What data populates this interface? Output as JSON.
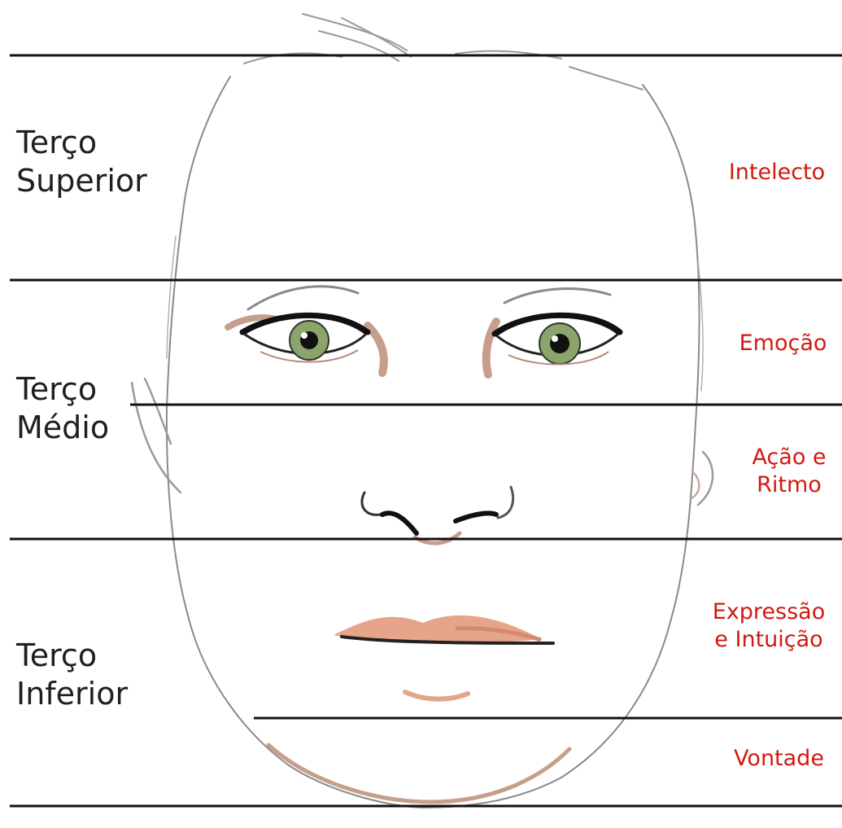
{
  "colors": {
    "line": "#111111",
    "left_text": "#1f1f1f",
    "right_text": "#d01a10",
    "sketch": "#8a8a8a",
    "skin_tone": "#c79e8c",
    "lip": "#e6a48a",
    "iris": "#8aa46a"
  },
  "thirds": [
    {
      "label": "Terço\nSuperior"
    },
    {
      "label": "Terço\nMédio"
    },
    {
      "label": "Terço\nInferior"
    }
  ],
  "traits": [
    {
      "label": "Intelecto"
    },
    {
      "label": "Emoção"
    },
    {
      "label": "Ação e\nRitmo"
    },
    {
      "label": "Expressão\ne Intuição"
    },
    {
      "label": "Vontade"
    }
  ],
  "illustration": {
    "subject": "face-sketch",
    "icons": [
      "left-eye-icon",
      "right-eye-icon",
      "nose-icon",
      "lips-icon",
      "chin-icon"
    ]
  }
}
